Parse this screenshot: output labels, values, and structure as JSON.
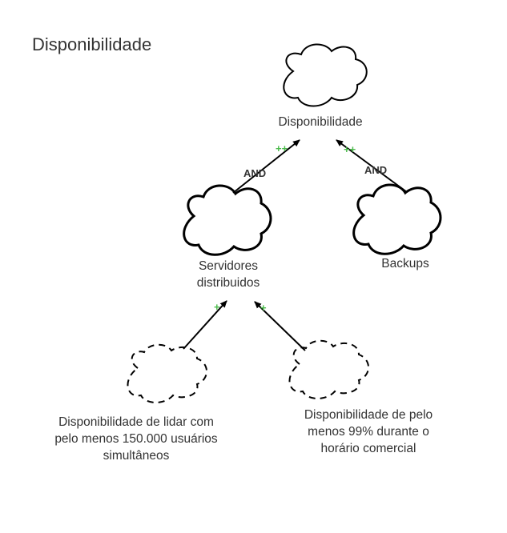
{
  "title": "Disponibilidade",
  "nodes": {
    "root": {
      "label": "Disponibilidade"
    },
    "servers": {
      "label_line1": "Servidores",
      "label_line2": "distribuidos"
    },
    "backups": {
      "label": "Backups"
    },
    "req_users": {
      "line1": "Disponibilidade de lidar com",
      "line2": "pelo menos 150.000 usuários",
      "line3": "simultâneos"
    },
    "req_uptime": {
      "line1": "Disponibilidade de pelo",
      "line2": "menos 99% durante o",
      "line3": "horário comercial"
    }
  },
  "links": {
    "servers_to_root": {
      "decomposition": "AND",
      "contribution": "++"
    },
    "backups_to_root": {
      "decomposition": "AND",
      "contribution": "++"
    },
    "users_to_servers": {
      "contribution": "+"
    },
    "uptime_to_servers": {
      "contribution": "+"
    }
  },
  "colors": {
    "contribution": "#4cbb4c",
    "stroke": "#000000",
    "text": "#333333"
  }
}
